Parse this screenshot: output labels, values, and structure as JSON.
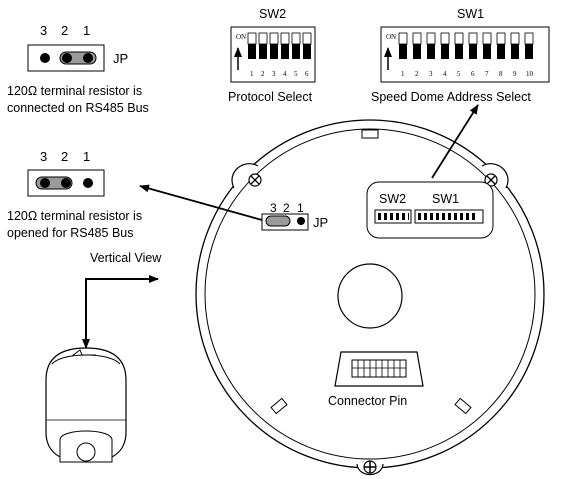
{
  "jp_top": {
    "pins": [
      "3",
      "2",
      "1"
    ],
    "label": "JP",
    "caption_line1": "120Ω terminal resistor is",
    "caption_line2": "connected on RS485 Bus"
  },
  "jp_mid": {
    "pins": [
      "3",
      "2",
      "1"
    ],
    "caption_line1": "120Ω terminal resistor is",
    "caption_line2": "opened for RS485 Bus"
  },
  "vertical_view": "Vertical View",
  "sw2": {
    "title": "SW2",
    "on_label": "ON",
    "numbers": [
      "1",
      "2",
      "3",
      "4",
      "5",
      "6"
    ],
    "caption": "Protocol Select"
  },
  "sw1": {
    "title": "SW1",
    "on_label": "ON",
    "numbers": [
      "1",
      "2",
      "3",
      "4",
      "5",
      "6",
      "7",
      "8",
      "9",
      "10"
    ],
    "caption": "Speed Dome Address Select"
  },
  "board": {
    "jp_pins": [
      "3",
      "2",
      "1"
    ],
    "jp_label": "JP",
    "sw2_label": "SW2",
    "sw1_label": "SW1",
    "connector_label": "Connector Pin"
  }
}
